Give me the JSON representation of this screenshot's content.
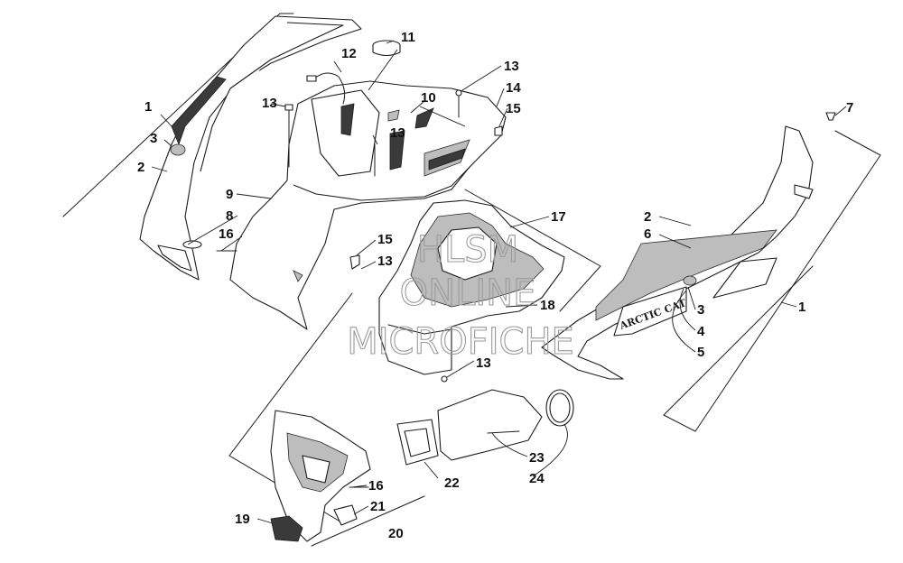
{
  "callouts": [
    {
      "id": "c1-left",
      "text": "1"
    },
    {
      "id": "c3-left",
      "text": "3"
    },
    {
      "id": "c2-left",
      "text": "2"
    },
    {
      "id": "c9",
      "text": "9"
    },
    {
      "id": "c8",
      "text": "8"
    },
    {
      "id": "c16-left",
      "text": "16"
    },
    {
      "id": "c12",
      "text": "12"
    },
    {
      "id": "c11",
      "text": "11"
    },
    {
      "id": "c13-a",
      "text": "13"
    },
    {
      "id": "c10",
      "text": "10"
    },
    {
      "id": "c13-b",
      "text": "13"
    },
    {
      "id": "c13-c",
      "text": "13"
    },
    {
      "id": "c14",
      "text": "14"
    },
    {
      "id": "c15-a",
      "text": "15"
    },
    {
      "id": "c17",
      "text": "17"
    },
    {
      "id": "c15-b",
      "text": "15"
    },
    {
      "id": "c13-d",
      "text": "13"
    },
    {
      "id": "c18",
      "text": "18"
    },
    {
      "id": "c13-e",
      "text": "13"
    },
    {
      "id": "c7",
      "text": "7"
    },
    {
      "id": "c2-right",
      "text": "2"
    },
    {
      "id": "c6",
      "text": "6"
    },
    {
      "id": "c1-right",
      "text": "1"
    },
    {
      "id": "c3-right",
      "text": "3"
    },
    {
      "id": "c4",
      "text": "4"
    },
    {
      "id": "c5",
      "text": "5"
    },
    {
      "id": "c22",
      "text": "22"
    },
    {
      "id": "c23",
      "text": "23"
    },
    {
      "id": "c24",
      "text": "24"
    },
    {
      "id": "c16-bottom",
      "text": "16"
    },
    {
      "id": "c21",
      "text": "21"
    },
    {
      "id": "c19",
      "text": "19"
    },
    {
      "id": "c20",
      "text": "20"
    }
  ],
  "watermark": {
    "line1": "HLSM",
    "line2": "ONLINE",
    "line3": "MICROFICHE"
  },
  "decal_text": "ARCTIC CAT"
}
